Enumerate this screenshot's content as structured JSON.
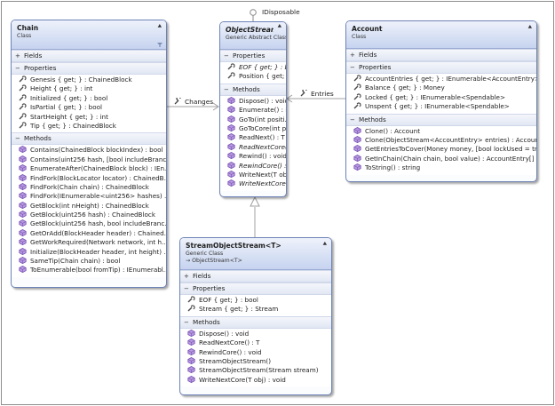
{
  "interface_label": "IDisposable",
  "connections": {
    "changes": "Changes",
    "entries": "Entries"
  },
  "chain": {
    "title": "Chain",
    "kind": "Class",
    "sections": {
      "fields": "Fields",
      "properties": "Properties",
      "methods": "Methods"
    },
    "properties": [
      "Genesis { get; } : ChainedBlock",
      "Height { get; } : int",
      "Initialized { get; } : bool",
      "IsPartial { get; } : bool",
      "StartHeight { get; } : int",
      "Tip { get; } : ChainedBlock"
    ],
    "methods": [
      "Contains(ChainedBlock blockIndex) : bool",
      "Contains(uint256 hash, [bool includeBranc...",
      "EnumerateAfter(ChainedBlock block) : IEn...",
      "FindFork(BlockLocator locator) : ChainedB...",
      "FindFork(Chain chain) : ChainedBlock",
      "FindFork(IEnumerable<uint256> hashes) ...",
      "GetBlock(int nHeight) : ChainedBlock",
      "GetBlock(uint256 hash) : ChainedBlock",
      "GetBlock(uint256 hash, bool includeBranc...",
      "GetOrAdd(BlockHeader header) : Chained...",
      "GetWorkRequired(Network network, int h...",
      "Initialize(BlockHeader header, int height) ...",
      "SameTip(Chain chain) : bool",
      "ToEnumerable(bool fromTip) : IEnumerabl..."
    ]
  },
  "objectstream": {
    "title": "ObjectStream<T>",
    "kind": "Generic Abstract Class",
    "sections": {
      "properties": "Properties",
      "methods": "Methods"
    },
    "properties": [
      {
        "text": "EOF { get; } : bool",
        "italic": true
      },
      {
        "text": "Position { get; s...",
        "italic": false
      }
    ],
    "methods": [
      {
        "text": "Dispose() : void",
        "italic": false
      },
      {
        "text": "Enumerate() : IE...",
        "italic": false
      },
      {
        "text": "GoTo(int positi...",
        "italic": false
      },
      {
        "text": "GoToCore(int p...",
        "italic": false
      },
      {
        "text": "ReadNext() : T",
        "italic": false
      },
      {
        "text": "ReadNextCore() : T",
        "italic": true
      },
      {
        "text": "Rewind() : void",
        "italic": false
      },
      {
        "text": "RewindCore() : void",
        "italic": true
      },
      {
        "text": "WriteNext(T ob...",
        "italic": false
      },
      {
        "text": "WriteNextCore(T...",
        "italic": true
      }
    ]
  },
  "account": {
    "title": "Account",
    "kind": "Class",
    "sections": {
      "fields": "Fields",
      "properties": "Properties",
      "methods": "Methods"
    },
    "properties": [
      "AccountEntries { get; } : IEnumerable<AccountEntry>",
      "Balance { get; } : Money",
      "Locked { get; } : IEnumerable<Spendable>",
      "Unspent { get; } : IEnumerable<Spendable>"
    ],
    "methods": [
      "Clone() : Account",
      "Clone(ObjectStream<AccountEntry> entries) : Account",
      "GetEntriesToCover(Money money, [bool lockUsed = tru...",
      "GetInChain(Chain chain, bool value) : AccountEntry[]",
      "ToString() : string"
    ]
  },
  "streamobjectstream": {
    "title": "StreamObjectStream<T>",
    "kind": "Generic Class",
    "base": "→ ObjectStream<T>",
    "sections": {
      "fields": "Fields",
      "properties": "Properties",
      "methods": "Methods"
    },
    "properties": [
      "EOF { get; } : bool",
      "Stream { get; } : Stream"
    ],
    "methods": [
      "Dispose() : void",
      "ReadNextCore() : T",
      "RewindCore() : void",
      "StreamObjectStream()",
      "StreamObjectStream(Stream stream)",
      "WriteNextCore(T obj) : void"
    ]
  },
  "colors": {
    "border": "#6d83b6",
    "header_top": "#eef2fb",
    "header_bottom": "#c6d3ef",
    "method_icon": "#8a5fc2",
    "property_icon": "#4b4b4b",
    "connector": "#a0a0a0"
  }
}
